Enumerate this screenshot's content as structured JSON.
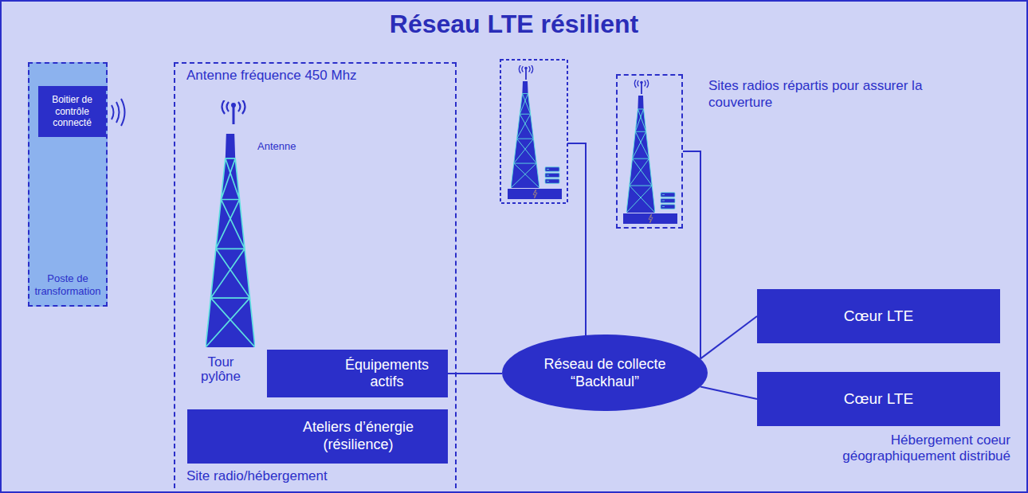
{
  "diagram": {
    "title": "Réseau LTE résilient",
    "nodes": [
      {
        "text": [
          "Poste de transformation"
        ]
      },
      {
        "text": [
          "Boitier de contrôle connecté"
        ],
        "in": 0
      },
      {
        "text": [
          "Antenne fréquence 450 Mhz",
          "Site radio/hébergement"
        ]
      },
      {
        "text": [
          "Équipements actifs"
        ],
        "in": 2
      },
      {
        "text": [
          "Ateliers d’énergie (résilience)"
        ],
        "in": 2
      },
      {
        "text": [
          "Sites radios répartis pour assurer la couverture"
        ]
      },
      {
        "text": [
          "Réseau de collecte “Backhaul”"
        ]
      },
      {
        "text": [
          "Cœur LTE"
        ]
      },
      {
        "text": [
          "Cœur LTE"
        ]
      }
    ],
    "edges": [
      {
        "from": 3,
        "to": 6,
        "arrow": "none"
      },
      {
        "from": 5,
        "to": 6,
        "arrow": "none"
      },
      {
        "from": 6,
        "to": 7,
        "arrow": "none"
      },
      {
        "from": 6,
        "to": 8,
        "arrow": "none"
      }
    ],
    "labels": [
      "Antenne",
      "Tour pylône",
      "Hébergement coeur géographiquement distribué"
    ]
  }
}
